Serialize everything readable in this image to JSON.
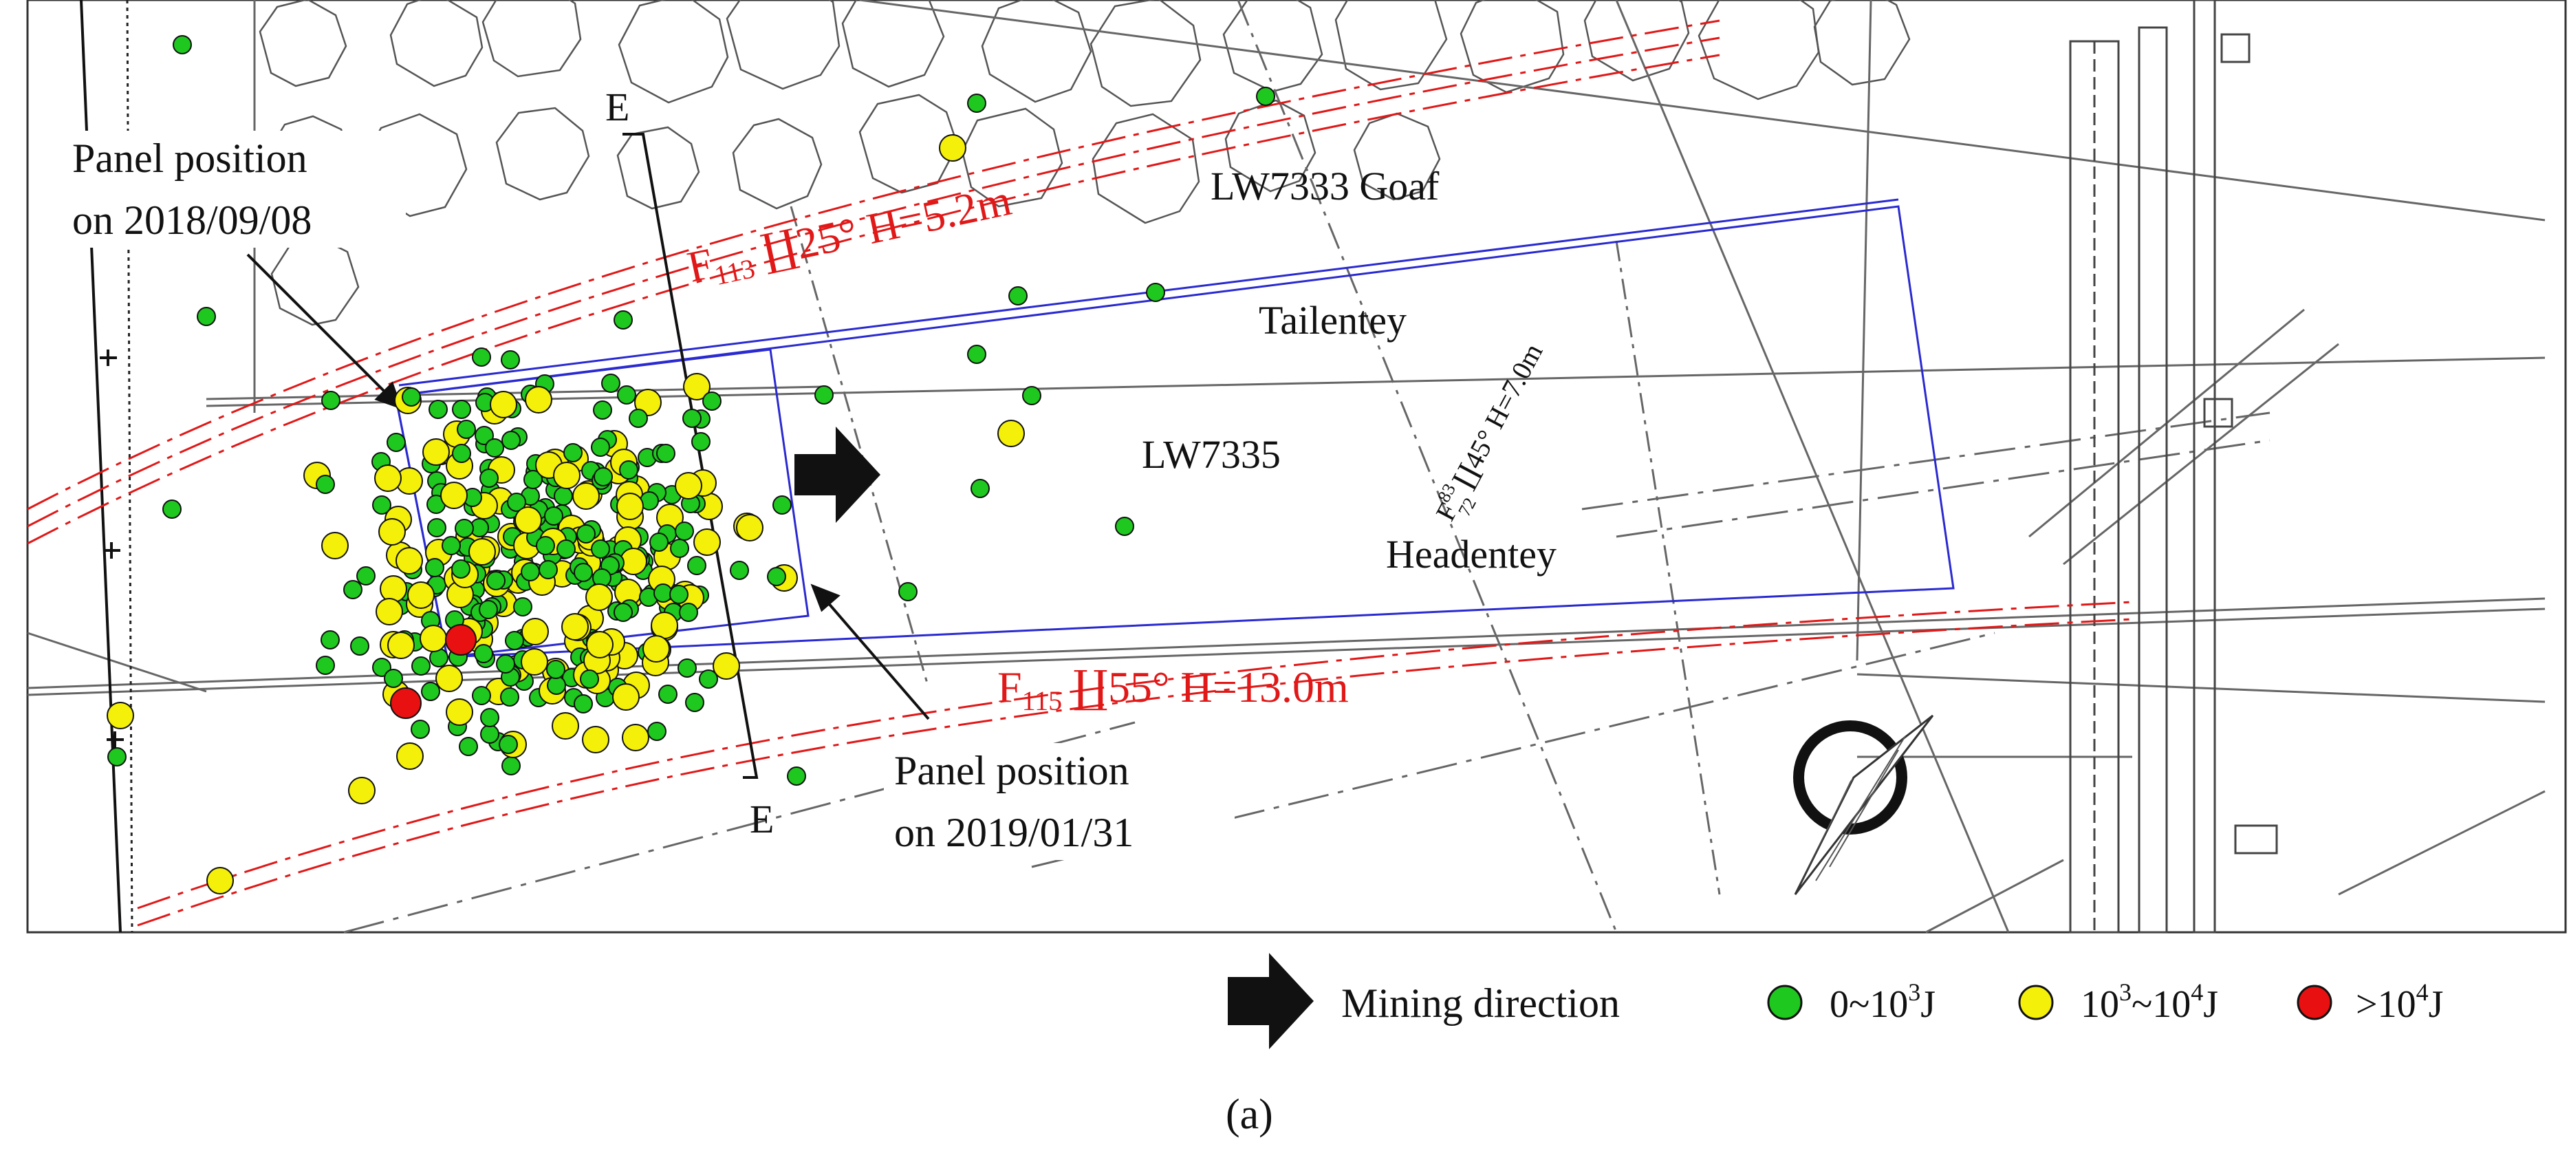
{
  "map": {
    "goaf_label": "LW7333 Goaf",
    "panel_label": "LW7335",
    "tail_label": "Tailentey",
    "head_label": "Headentey",
    "section_label_top": "E",
    "section_label_bottom": "E",
    "panel_pos_1": [
      "Panel position",
      "on 2018/09/08"
    ],
    "panel_pos_2": [
      "Panel position",
      "on 2019/01/31"
    ],
    "fault_f113": {
      "name": "F",
      "sub": "113",
      "rest": " ∐25° H=5.2m"
    },
    "fault_f115": {
      "name": "F",
      "sub": "115",
      "rest": " ∐55° H=13.0m"
    },
    "fault_f72": {
      "name": "F",
      "sup": "83",
      "sub": "72",
      "rest": " ∐45° H=7.0m"
    }
  },
  "legend": {
    "mining_direction": "Mining direction",
    "green": {
      "base": "0~10",
      "exp": "3",
      "unit": "J"
    },
    "yellow": {
      "base1": "10",
      "exp1": "3",
      "mid": "~10",
      "exp2": "4",
      "unit": "J"
    },
    "red": {
      "base": ">10",
      "exp": "4",
      "unit": "J"
    }
  },
  "caption": "(a)",
  "colors": {
    "green": "#1ec81e",
    "yellow": "#f5f00a",
    "red": "#e81010",
    "fault": "#e01818",
    "panel": "#2a2ad0"
  }
}
